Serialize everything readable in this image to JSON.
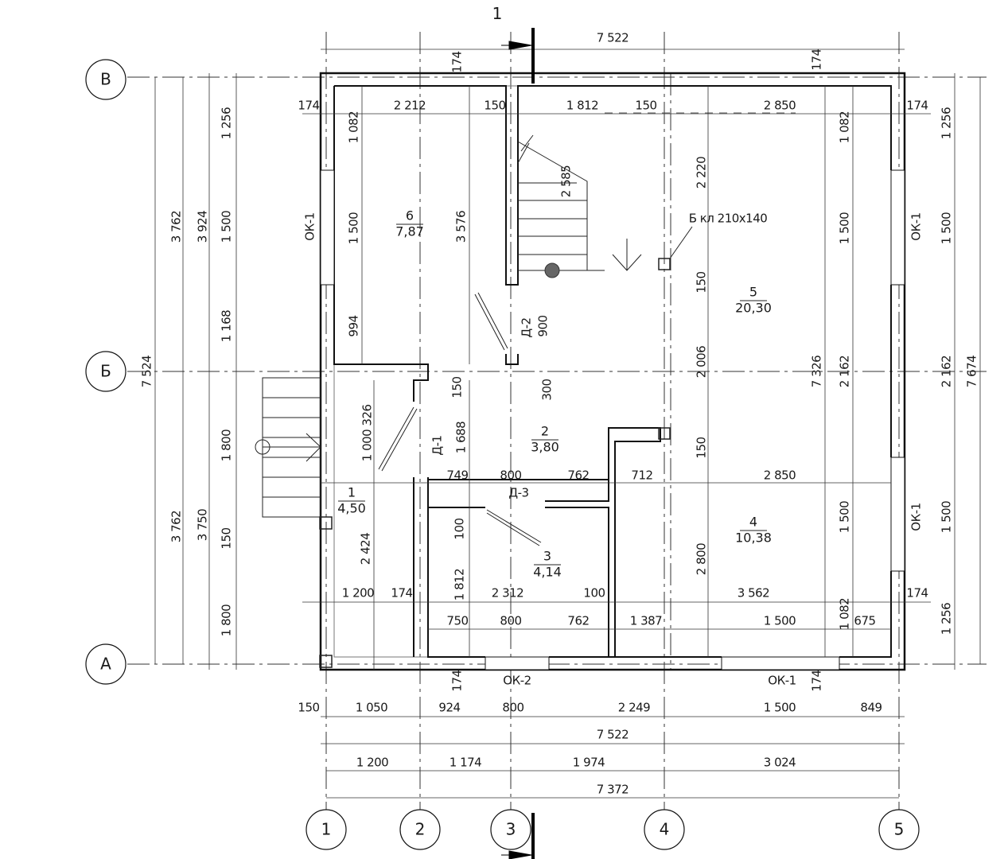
{
  "title": "Floor plan",
  "section_marks": {
    "top": "1"
  },
  "axes": {
    "rows": [
      "В",
      "Б",
      "А"
    ],
    "cols": [
      "1",
      "2",
      "3",
      "4",
      "5"
    ]
  },
  "rooms": [
    {
      "number": "6",
      "area": "7,87"
    },
    {
      "number": "5",
      "area": "20,30"
    },
    {
      "number": "2",
      "area": "3,80"
    },
    {
      "number": "1",
      "area": "4,50"
    },
    {
      "number": "3",
      "area": "4,14"
    },
    {
      "number": "4",
      "area": "10,38"
    }
  ],
  "marks": [
    "ОК-1",
    "ОК-1",
    "ОК-1",
    "ОК-2",
    "ОК-1",
    "Д-1",
    "Д-2",
    "Д-3",
    "Б кл 210х140"
  ],
  "dimensions": [
    "7 522",
    "174",
    "174",
    "174",
    "2 212",
    "150",
    "1 812",
    "150",
    "2 850",
    "174",
    "1 082",
    "1 500",
    "994",
    "3 576",
    "1 256",
    "1 500",
    "1 168",
    "1 800",
    "150",
    "1 800",
    "3 924",
    "3 750",
    "3 762",
    "3 762",
    "7 524",
    "2 585",
    "900",
    "2 220",
    "150",
    "2 006",
    "150",
    "2 800",
    "7 326",
    "1 082",
    "1 500",
    "2 162",
    "1 500",
    "1 082",
    "1 256",
    "1 500",
    "2 162",
    "1 500",
    "1 256",
    "7 674",
    "300",
    "150",
    "1 000",
    "326",
    "1 688",
    "749",
    "800",
    "762",
    "712",
    "2 850",
    "100",
    "2 424",
    "1 812",
    "1 200",
    "174",
    "2 312",
    "100",
    "3 562",
    "174",
    "750",
    "800",
    "762",
    "1 387",
    "1 500",
    "675",
    "174",
    "174",
    "150",
    "1 050",
    "924",
    "800",
    "2 249",
    "1 500",
    "849",
    "7 522",
    "1 200",
    "1 174",
    "1 974",
    "3 024",
    "7 372"
  ]
}
